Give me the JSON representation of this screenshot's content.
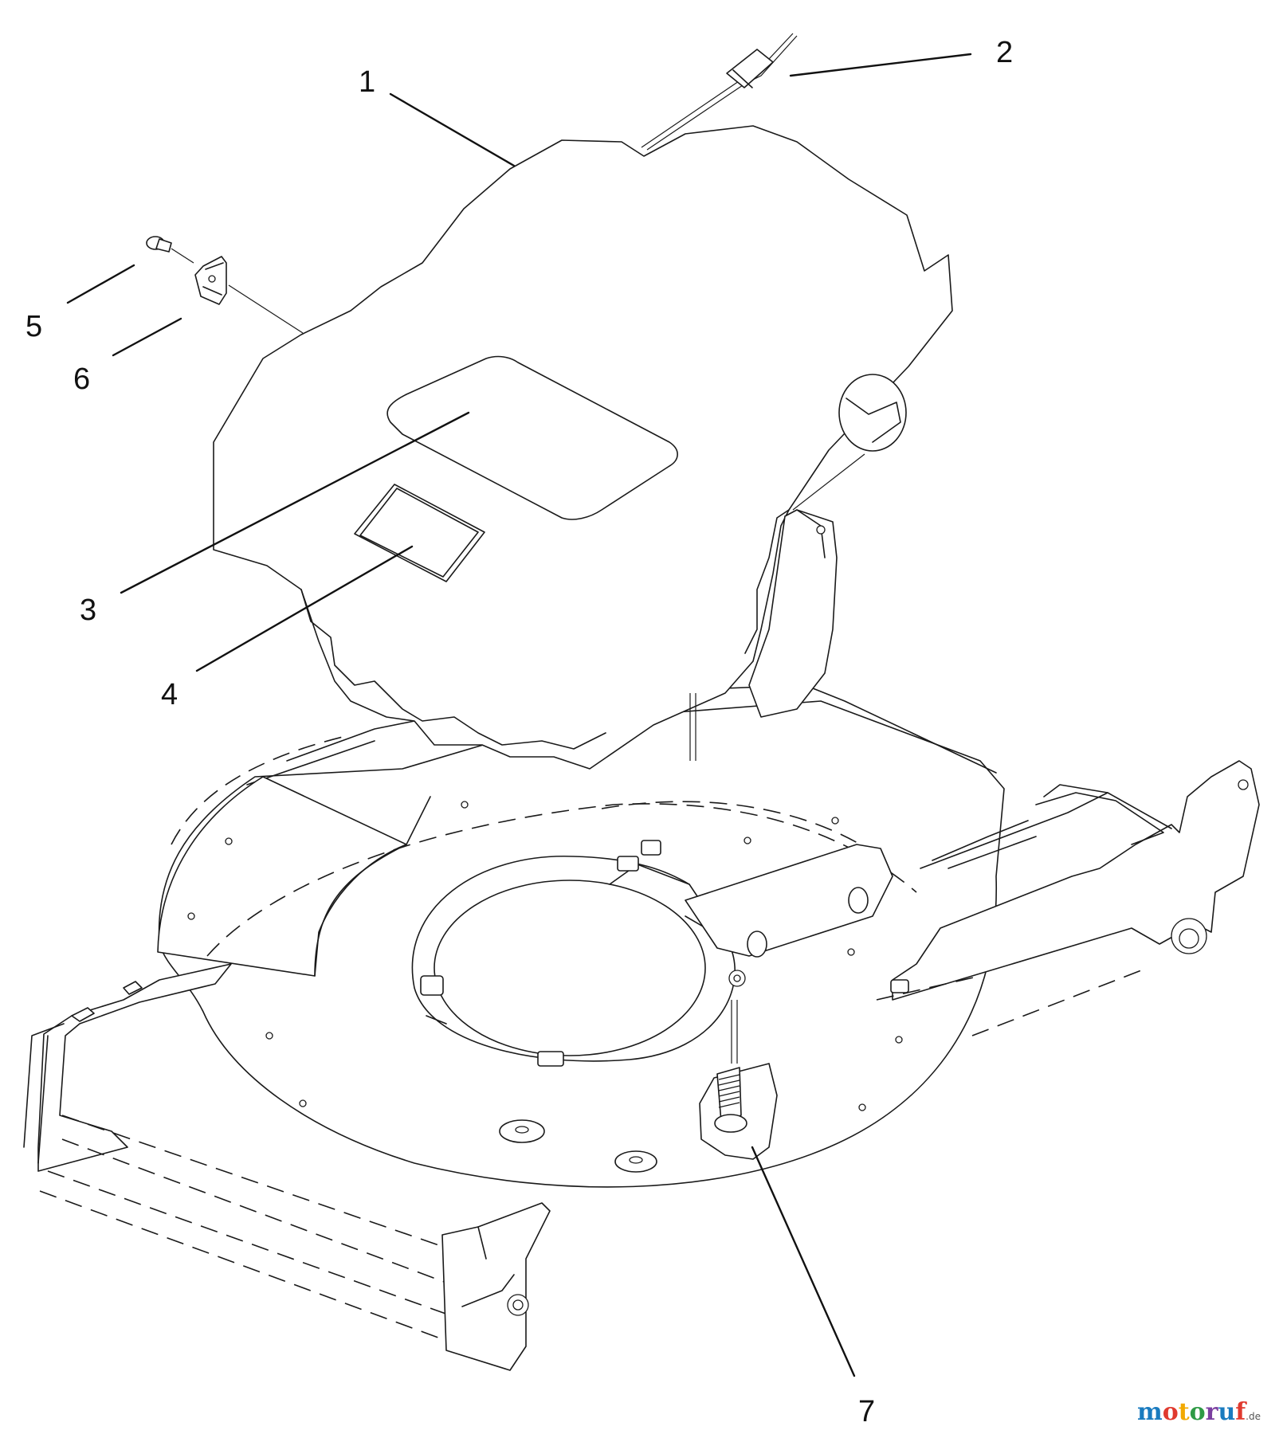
{
  "callouts": [
    {
      "id": "1",
      "label": "1"
    },
    {
      "id": "2",
      "label": "2"
    },
    {
      "id": "3",
      "label": "3"
    },
    {
      "id": "4",
      "label": "4"
    },
    {
      "id": "5",
      "label": "5"
    },
    {
      "id": "6",
      "label": "6"
    },
    {
      "id": "7",
      "label": "7"
    }
  ],
  "watermark": {
    "text": "motoruf",
    "suffix": ".de",
    "colors": [
      "#1a7bbf",
      "#e03a2f",
      "#f2a900",
      "#2e9a45",
      "#7b3fa0",
      "#1a7bbf",
      "#e03a2f"
    ]
  }
}
